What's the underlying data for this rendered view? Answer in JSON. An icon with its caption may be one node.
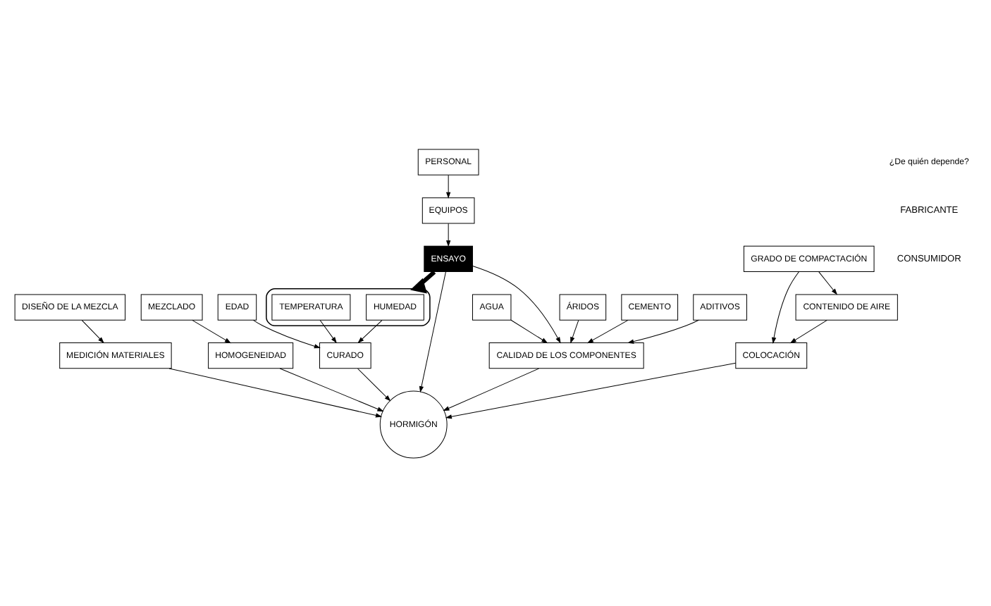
{
  "diagram": {
    "nodes": [
      {
        "text": [
          "AGUA"
        ]
      },
      {
        "text": [
          "ÁRIDOS"
        ]
      },
      {
        "text": [
          "CEMENTO"
        ]
      },
      {
        "text": [
          "ADITIVOS"
        ]
      },
      {
        "text": [
          "CALIDAD DE LOS COMPONENTES"
        ]
      },
      {
        "text": [
          "DISEÑO DE LA MEZCLA"
        ]
      },
      {
        "text": [
          "MEDICIÓN MATERIALES"
        ]
      },
      {
        "text": [
          "MEZCLADO"
        ]
      },
      {
        "text": [
          "HOMOGENEIDAD"
        ]
      },
      {
        "text": [
          "ENSAYO"
        ]
      },
      {
        "text": [
          "HORMIGÓN"
        ]
      },
      {
        "text": [
          "EQUIPOS"
        ]
      },
      {
        "text": [
          "CURADO"
        ]
      },
      {
        "text": [
          "COLOCACIÓN"
        ]
      },
      {
        "text": [
          "EDAD"
        ]
      },
      {
        "text": [
          "PERSONAL"
        ]
      },
      {
        "text": [],
        "shape": "ellipse"
      },
      {
        "text": [
          "HUMEDAD"
        ],
        "in": 16
      },
      {
        "text": [
          "GRADO DE COMPACTACIÓN"
        ]
      },
      {
        "text": [
          "TEMPERATURA"
        ],
        "in": 16
      },
      {
        "text": [
          "CONTENIDO DE AIRE"
        ]
      }
    ],
    "edges": [
      {
        "from": 0,
        "to": 4,
        "arrow": "to"
      },
      {
        "from": 1,
        "to": 4,
        "arrow": "to"
      },
      {
        "from": 2,
        "to": 4,
        "arrow": "to"
      },
      {
        "from": 3,
        "to": 4,
        "arrow": "to"
      },
      {
        "from": 4,
        "to": 10,
        "arrow": "to"
      },
      {
        "from": 9,
        "to": 4,
        "arrow": "to"
      },
      {
        "from": 5,
        "to": 6,
        "arrow": "to"
      },
      {
        "from": 6,
        "to": 10,
        "arrow": "to"
      },
      {
        "from": 7,
        "to": 8,
        "arrow": "to"
      },
      {
        "from": 8,
        "to": 10,
        "arrow": "to"
      },
      {
        "from": 9,
        "to": 10,
        "arrow": "to"
      },
      {
        "from": 11,
        "to": 9,
        "arrow": "to"
      },
      {
        "from": 15,
        "to": 11,
        "arrow": "to"
      },
      {
        "from": 12,
        "to": 10,
        "arrow": "to"
      },
      {
        "from": 14,
        "to": 12,
        "arrow": "to"
      },
      {
        "from": 17,
        "to": 12,
        "arrow": "to"
      },
      {
        "from": 19,
        "to": 12,
        "arrow": "to"
      },
      {
        "from": 13,
        "to": 10,
        "arrow": "to"
      },
      {
        "from": 20,
        "to": 13,
        "arrow": "to"
      },
      {
        "from": 18,
        "to": 13,
        "arrow": "to"
      },
      {
        "from": 18,
        "to": 20,
        "arrow": "to"
      },
      {
        "from": 9,
        "to": 16,
        "arrow": "to",
        "style": "thick"
      }
    ],
    "labels": [
      "¿De quién depende?",
      "FABRICANTE",
      "CONSUMIDOR"
    ]
  }
}
